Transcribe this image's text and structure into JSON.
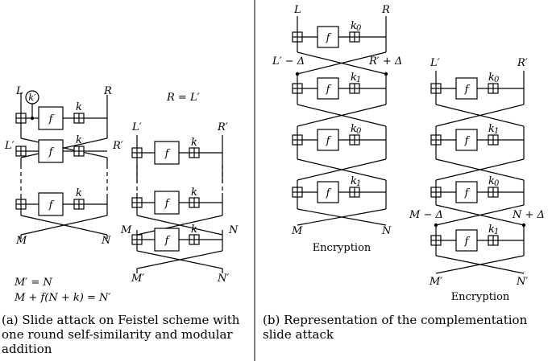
{
  "left_panel": {
    "top_left_label": "L",
    "top_right_label": "R",
    "key_prime_label": "k′",
    "k_label": "k",
    "f_label": "f",
    "l_prime_label": "L′",
    "r_prime_label": "R′",
    "m_label": "M",
    "n_label": "N",
    "relation": "R = L′",
    "right_top_l": "L′",
    "right_top_r": "R′",
    "right_m": "M",
    "right_n": "N",
    "right_m_prime": "M′",
    "right_n_prime": "N′",
    "eq1": "M′ = N",
    "eq2": "M + f(N + k) = N′",
    "caption": "(a) Slide attack on Feistel scheme with one round self-similarity and modular addition"
  },
  "right_panel": {
    "L": "L",
    "R": "R",
    "k0": "k",
    "k0_sub": "0",
    "k1_sub": "1",
    "f_label": "f",
    "l_minus_delta": "L′ − Δ",
    "r_plus_delta": "R′ + Δ",
    "l_prime": "L′",
    "r_prime": "R′",
    "m_minus_delta": "M − Δ",
    "n_plus_delta": "N + Δ",
    "M": "M",
    "N": "N",
    "M_prime": "M′",
    "N_prime": "N′",
    "encryption_label_1": "Encryption",
    "encryption_label_2": "Encryption",
    "caption": "(b) Representation of the complementation slide attack"
  }
}
